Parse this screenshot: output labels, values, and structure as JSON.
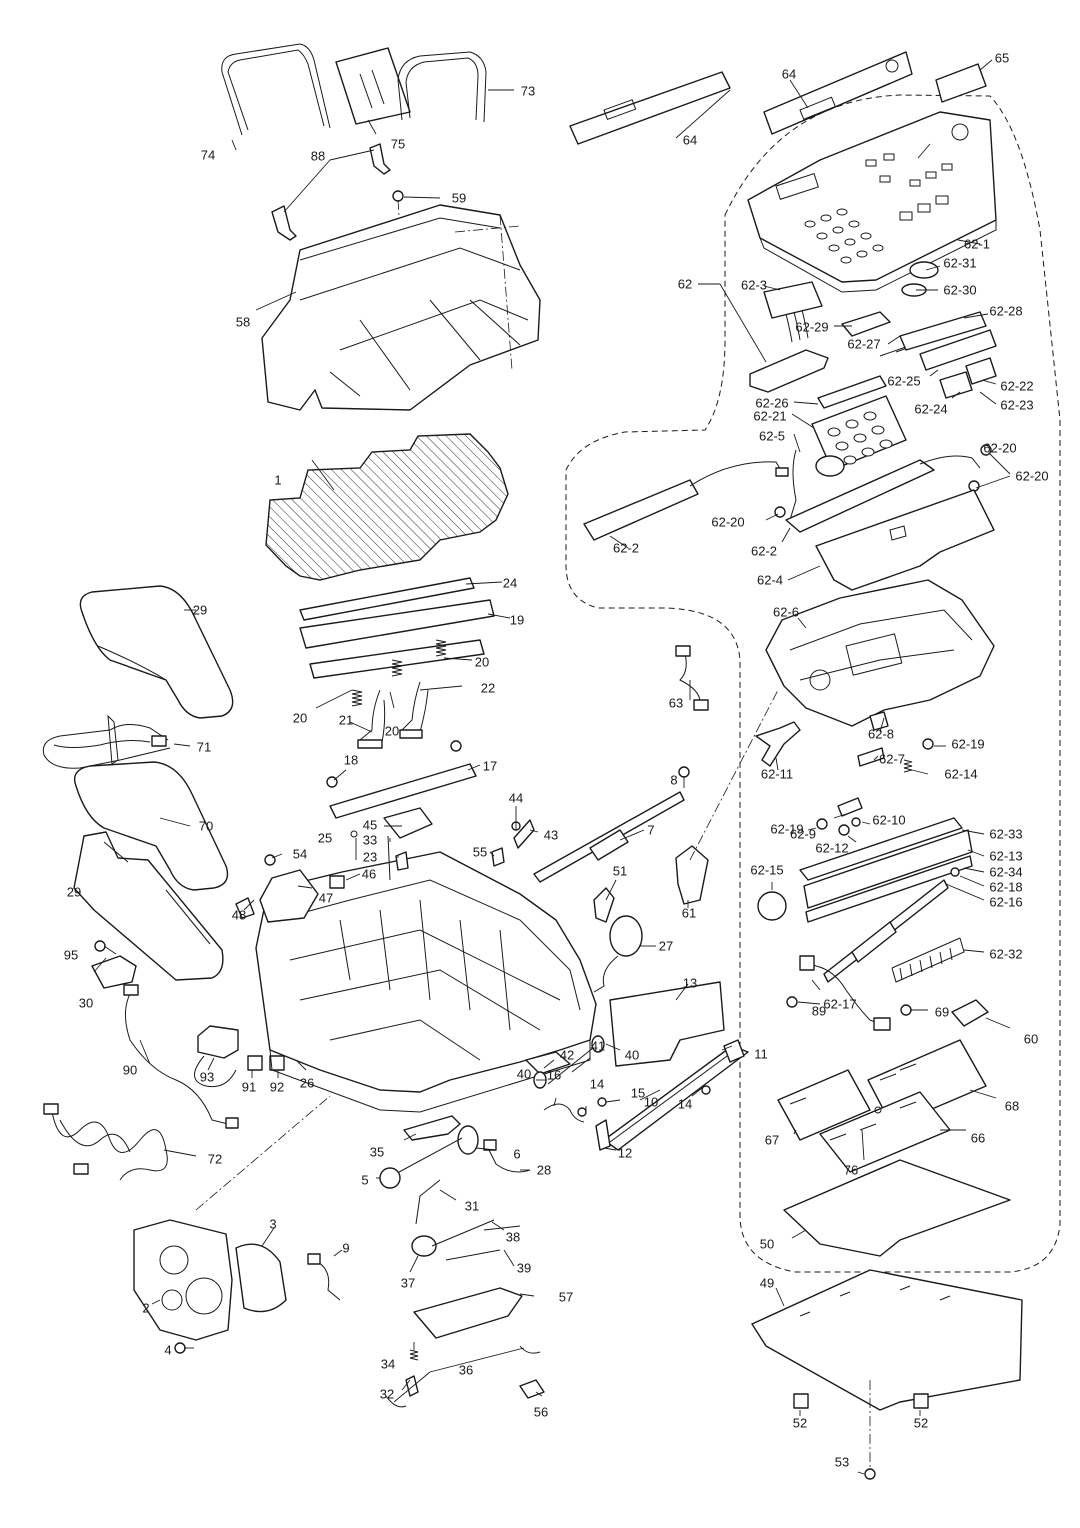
{
  "callouts": {
    "c1": "1",
    "c2": "2",
    "c3": "3",
    "c4": "4",
    "c5": "5",
    "c6": "6",
    "c7": "7",
    "c8": "8",
    "c9": "9",
    "c10": "10",
    "c11": "11",
    "c12": "12",
    "c13": "13",
    "c14a": "14",
    "c14b": "14",
    "c15": "15",
    "c16": "16",
    "c17": "17",
    "c18": "18",
    "c19": "19",
    "c20a": "20",
    "c20b": "20",
    "c20c": "20",
    "c21": "21",
    "c22": "22",
    "c23": "23",
    "c24": "24",
    "c25": "25",
    "c26": "26",
    "c27": "27",
    "c28": "28",
    "c29a": "29",
    "c29b": "29",
    "c30": "30",
    "c31": "31",
    "c32": "32",
    "c33": "33",
    "c34": "34",
    "c35": "35",
    "c36": "36",
    "c37": "37",
    "c38": "38",
    "c39": "39",
    "c40a": "40",
    "c40b": "40",
    "c41": "41",
    "c42": "42",
    "c43": "43",
    "c44": "44",
    "c45": "45",
    "c46": "46",
    "c47": "47",
    "c48": "48",
    "c49": "49",
    "c50": "50",
    "c51": "51",
    "c52a": "52",
    "c52b": "52",
    "c53": "53",
    "c54": "54",
    "c55": "55",
    "c56": "56",
    "c57": "57",
    "c58": "58",
    "c59": "59",
    "c60": "60",
    "c61": "61",
    "c62": "62",
    "c63": "63",
    "c64a": "64",
    "c64b": "64",
    "c65": "65",
    "c66": "66",
    "c67": "67",
    "c68": "68",
    "c69": "69",
    "c70": "70",
    "c71": "71",
    "c72": "72",
    "c73": "73",
    "c74": "74",
    "c75": "75",
    "c76": "76",
    "c88": "88",
    "c89": "89",
    "c90": "90",
    "c91": "91",
    "c92": "92",
    "c93": "93",
    "c95": "95",
    "c62_1": "62-1",
    "c62_2a": "62-2",
    "c62_2b": "62-2",
    "c62_3": "62-3",
    "c62_4": "62-4",
    "c62_5": "62-5",
    "c62_6": "62-6",
    "c62_7": "62-7",
    "c62_8": "62-8",
    "c62_9": "62-9",
    "c62_10": "62-10",
    "c62_11": "62-11",
    "c62_12": "62-12",
    "c62_13": "62-13",
    "c62_14": "62-14",
    "c62_15": "62-15",
    "c62_16": "62-16",
    "c62_17": "62-17",
    "c62_18": "62-18",
    "c62_19a": "62-19",
    "c62_19b": "62-19",
    "c62_20a": "62-20",
    "c62_20b": "62-20",
    "c62_20c": "62-20",
    "c62_21": "62-21",
    "c62_22": "62-22",
    "c62_23": "62-23",
    "c62_24": "62-24",
    "c62_25": "62-25",
    "c62_26": "62-26",
    "c62_27": "62-27",
    "c62_28": "62-28",
    "c62_29": "62-29",
    "c62_30": "62-30",
    "c62_31": "62-31",
    "c62_32": "62-32",
    "c62_33": "62-33",
    "c62_34": "62-34"
  }
}
